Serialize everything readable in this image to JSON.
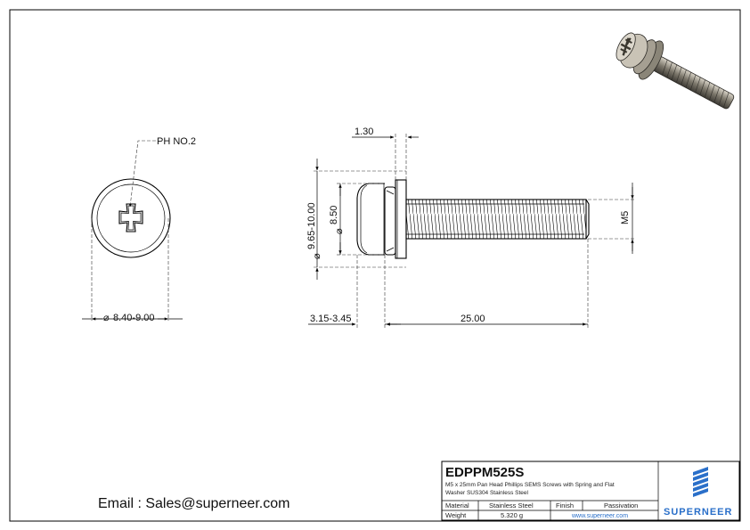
{
  "drawing": {
    "callout_recess": "PH NO.2",
    "dim_head_diameter": "8.40-9.00",
    "dim_washer_thickness": "1.30",
    "dim_washer_diameter": "9.65-10.00",
    "dim_head_diameter_side": "8.50",
    "dim_thread": "M5",
    "dim_head_height": "3.15-3.45",
    "dim_length": "25.00",
    "diameter_symbol": "⌀"
  },
  "title_block": {
    "part_number": "EDPPM525S",
    "description_line1": "M5 x 25mm Pan Head Phillips SEMS Screws with Spring and Flat",
    "description_line2": "Washer SUS304 Stainless Steel",
    "material_label": "Material",
    "material_value": "Stainless Steel",
    "finish_label": "Finish",
    "finish_value": "Passivation",
    "weight_label": "Weight",
    "weight_value": "5.320 g",
    "website": "www.superneer.com",
    "brand": "SUPERNEER"
  },
  "contact": {
    "email_text": "Email : Sales@superneer.com"
  },
  "colors": {
    "brand_blue": "#2a6fc9",
    "line": "#000000"
  }
}
